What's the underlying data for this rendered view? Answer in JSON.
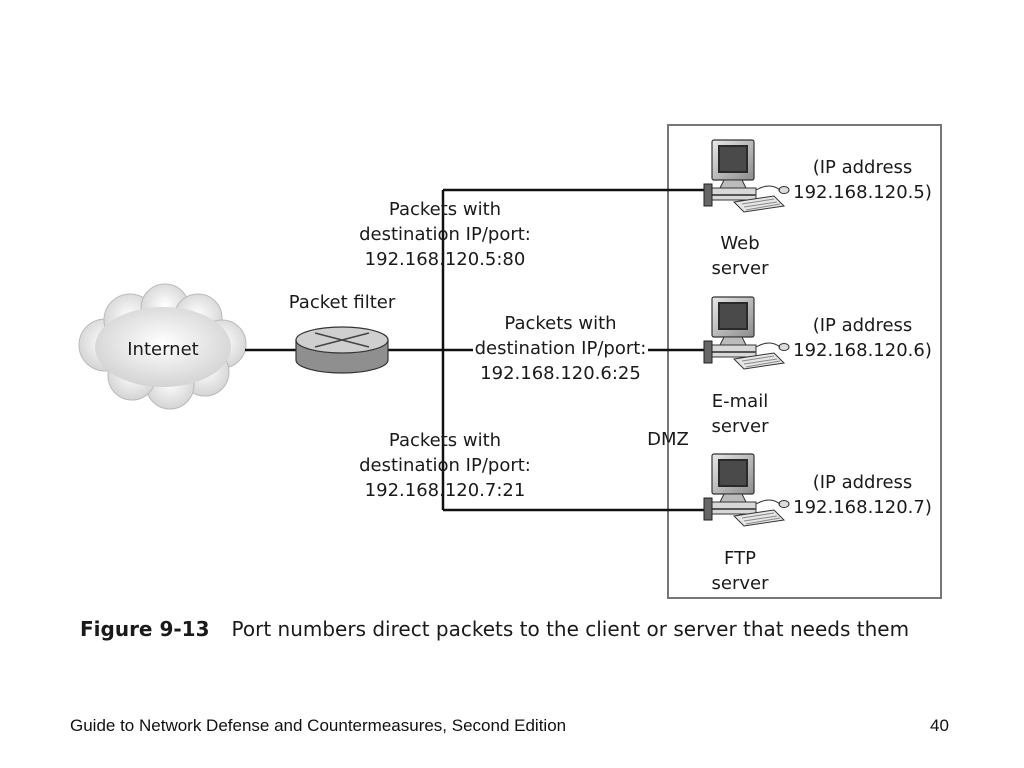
{
  "internet": "Internet",
  "packet_filter": "Packet filter",
  "dmz": "DMZ",
  "routes": [
    {
      "line1": "Packets with",
      "line2": "destination IP/port:",
      "line3": "192.168.120.5:80"
    },
    {
      "line1": "Packets with",
      "line2": "destination IP/port:",
      "line3": "192.168.120.6:25"
    },
    {
      "line1": "Packets with",
      "line2": "destination IP/port:",
      "line3": "192.168.120.7:21"
    }
  ],
  "servers": [
    {
      "name1": "Web",
      "name2": "server",
      "ip1": "(IP address",
      "ip2": "192.168.120.5)"
    },
    {
      "name1": "E-mail",
      "name2": "server",
      "ip1": "(IP address",
      "ip2": "192.168.120.6)"
    },
    {
      "name1": "FTP",
      "name2": "server",
      "ip1": "(IP address",
      "ip2": "192.168.120.7)"
    }
  ],
  "caption": {
    "figure": "Figure 9-13",
    "text": "Port numbers direct packets to the client or server that needs them"
  },
  "footer": {
    "title": "Guide to Network Defense and Countermeasures, Second Edition",
    "page": "40"
  }
}
